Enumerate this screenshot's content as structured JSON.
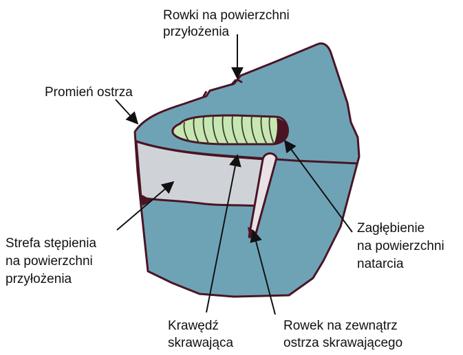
{
  "colors": {
    "tool_body": "#6ea3b6",
    "flank_wear": "#cfd3d7",
    "outline": "#4a1424",
    "crater_fill": "#c7e7b2",
    "crater_lines": "#3b3b2e",
    "arrow": "#111111"
  },
  "labels": {
    "rowki": [
      "Rowki na powierzchni",
      "przyłożenia"
    ],
    "promien": [
      "Promień ostrza"
    ],
    "strefa": [
      "Strefa stępienia",
      "na powierzchni",
      "przyłożenia"
    ],
    "zaglebienie": [
      "Zagłębienie",
      "na powierzchni",
      "natarcia"
    ],
    "krawedz": [
      "Krawędź",
      "skrawająca"
    ],
    "rowek": [
      "Rowek na zewnątrz",
      "ostrza skrawającego"
    ]
  }
}
